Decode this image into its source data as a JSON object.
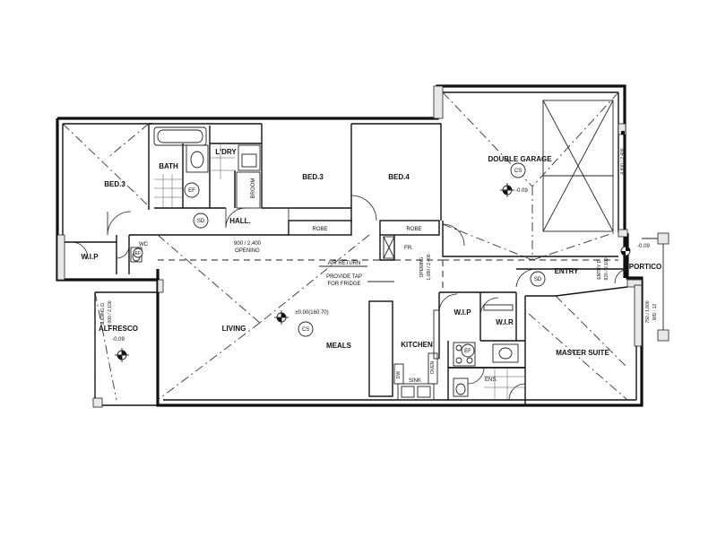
{
  "rooms": {
    "bed2": "BED.3",
    "bath": "BATH",
    "laundry": "L'DRY",
    "broom": "BROOM",
    "bed3": "BED.3",
    "bed4": "BED.4",
    "hall": "HALL.",
    "robe_left": "ROBE",
    "robe_right": "ROBE",
    "garage": "DOUBLE GARAGE",
    "wip_left": "W.I.P",
    "wc": "WC",
    "alfresco": "ALFRESCO",
    "living": "LIVING",
    "meals": "MEALS",
    "kitchen": "KITCHEN",
    "wip_kitchen": "W.I.P",
    "wir": "W.I.R",
    "entry": "ENTRY",
    "portico": "PORTICO",
    "master": "MASTER SUITE",
    "ens": "ENS."
  },
  "notes": {
    "opening_size": "900 / 2,400",
    "opening": "OPENING",
    "air_return": "AIR RETURN",
    "provide_tap": "PROVIDE TAP",
    "for_fridge": "FOR FRIDGE",
    "level": "±0.00(160.70)",
    "alfresco_level": "-0.09",
    "garage_level": "-0.09",
    "portico_level": "-0.09",
    "fridge": "FR.",
    "sink": "SINK",
    "dw": "DW",
    "oven": "OVEN",
    "sliding_d": "SLIDING D.",
    "sliding_size": "2,000 / 2,100",
    "opening_v": "OPENING",
    "opening_v_size": "1,080 / 2,400",
    "garage_door": "4,800 / 2,400",
    "entry_door": "ENTRY D.",
    "entry_door_size": "820 / 2,100",
    "window_size": "750 / 1,800",
    "wd": "WD - 12"
  },
  "symbols": {
    "sd": "SD",
    "cs": "CS",
    "ef": "EF"
  }
}
